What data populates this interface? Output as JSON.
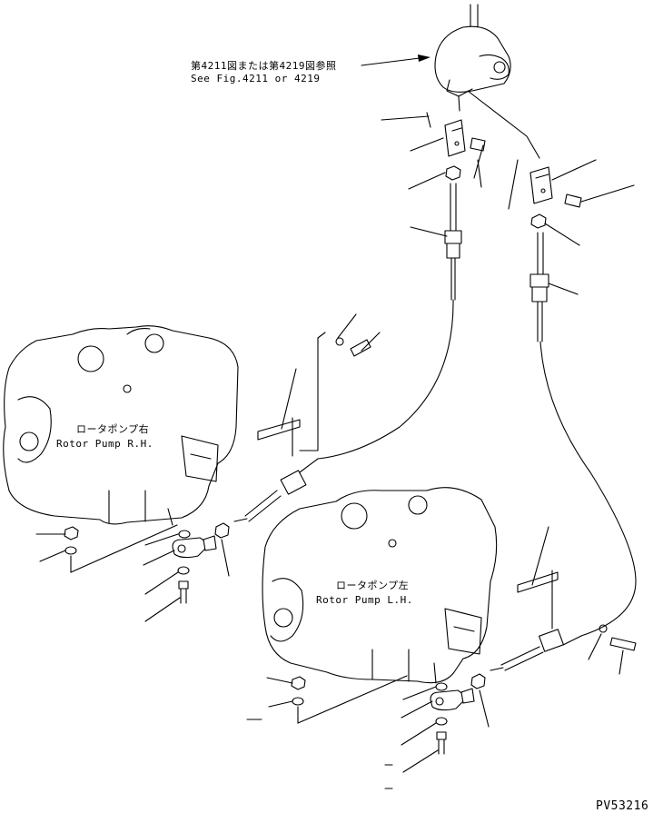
{
  "reference": {
    "jp": "第4211図または第4219図参照",
    "en": "See Fig.4211 or 4219"
  },
  "rotor_pump_rh": {
    "jp": "ロータポンプ右",
    "en": "Rotor Pump R.H."
  },
  "rotor_pump_lh": {
    "jp": "ロータポンプ左",
    "en": "Rotor Pump L.H."
  },
  "drawing_number": "PV53216"
}
